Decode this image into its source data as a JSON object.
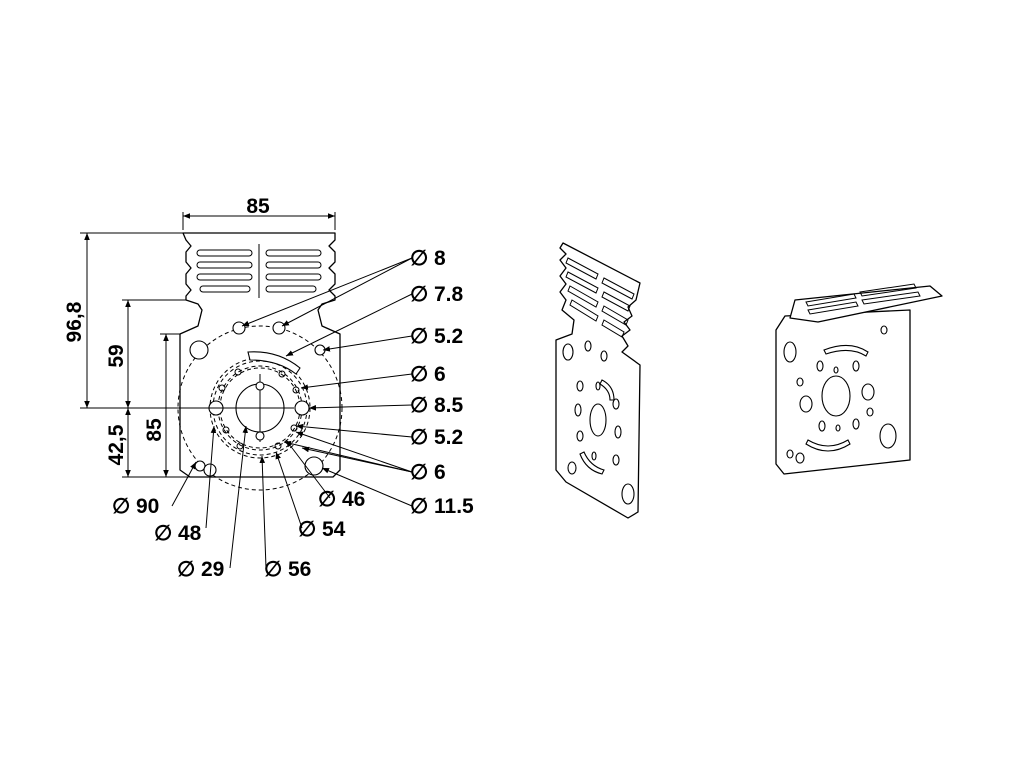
{
  "dimensions": {
    "width_top": "85",
    "height_total": "96,8",
    "height_59": "59",
    "height_85": "85",
    "height_42_5": "42,5"
  },
  "diameter_symbol": "∅",
  "callouts_right": [
    "8",
    "7.8",
    "5.2",
    "6",
    "8.5",
    "5.2",
    "6",
    "11.5"
  ],
  "callouts_bottom": [
    "90",
    "48",
    "29",
    "56",
    "46",
    "54"
  ],
  "icons": [
    "diameter-symbol-icon"
  ]
}
